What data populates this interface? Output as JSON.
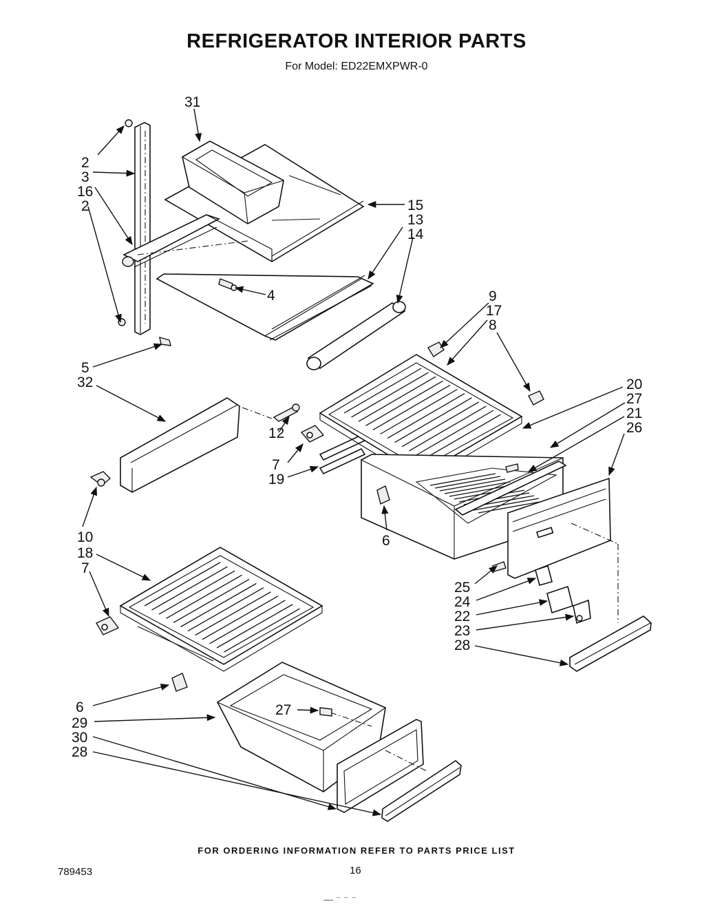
{
  "header": {
    "title": "REFRIGERATOR INTERIOR PARTS",
    "subtitle": "For Model: ED22EMXPWR-0"
  },
  "footer": {
    "note": "FOR ORDERING INFORMATION REFER TO PARTS PRICE LIST",
    "doc_number": "789453",
    "page_number": "16",
    "stray_mark": "—  ⁻ ⁻ ⁻"
  },
  "callouts": [
    {
      "id": "c2a",
      "label": "2"
    },
    {
      "id": "c3",
      "label": "3"
    },
    {
      "id": "c16",
      "label": "16"
    },
    {
      "id": "c2b",
      "label": "2"
    },
    {
      "id": "c31",
      "label": "31"
    },
    {
      "id": "c4",
      "label": "4"
    },
    {
      "id": "c15",
      "label": "15"
    },
    {
      "id": "c13",
      "label": "13"
    },
    {
      "id": "c14",
      "label": "14"
    },
    {
      "id": "c5",
      "label": "5"
    },
    {
      "id": "c32",
      "label": "32"
    },
    {
      "id": "c9",
      "label": "9"
    },
    {
      "id": "c17",
      "label": "17"
    },
    {
      "id": "c8",
      "label": "8"
    },
    {
      "id": "c20",
      "label": "20"
    },
    {
      "id": "c27a",
      "label": "27"
    },
    {
      "id": "c21",
      "label": "21"
    },
    {
      "id": "c26",
      "label": "26"
    },
    {
      "id": "c12",
      "label": "12"
    },
    {
      "id": "c7a",
      "label": "7"
    },
    {
      "id": "c19",
      "label": "19"
    },
    {
      "id": "c6a",
      "label": "6"
    },
    {
      "id": "c10",
      "label": "10"
    },
    {
      "id": "c18",
      "label": "18"
    },
    {
      "id": "c7b",
      "label": "7"
    },
    {
      "id": "c25",
      "label": "25"
    },
    {
      "id": "c24",
      "label": "24"
    },
    {
      "id": "c22",
      "label": "22"
    },
    {
      "id": "c23",
      "label": "23"
    },
    {
      "id": "c28a",
      "label": "28"
    },
    {
      "id": "c6b",
      "label": "6"
    },
    {
      "id": "c27b",
      "label": "27"
    },
    {
      "id": "c29",
      "label": "29"
    },
    {
      "id": "c30",
      "label": "30"
    },
    {
      "id": "c28b",
      "label": "28"
    }
  ]
}
